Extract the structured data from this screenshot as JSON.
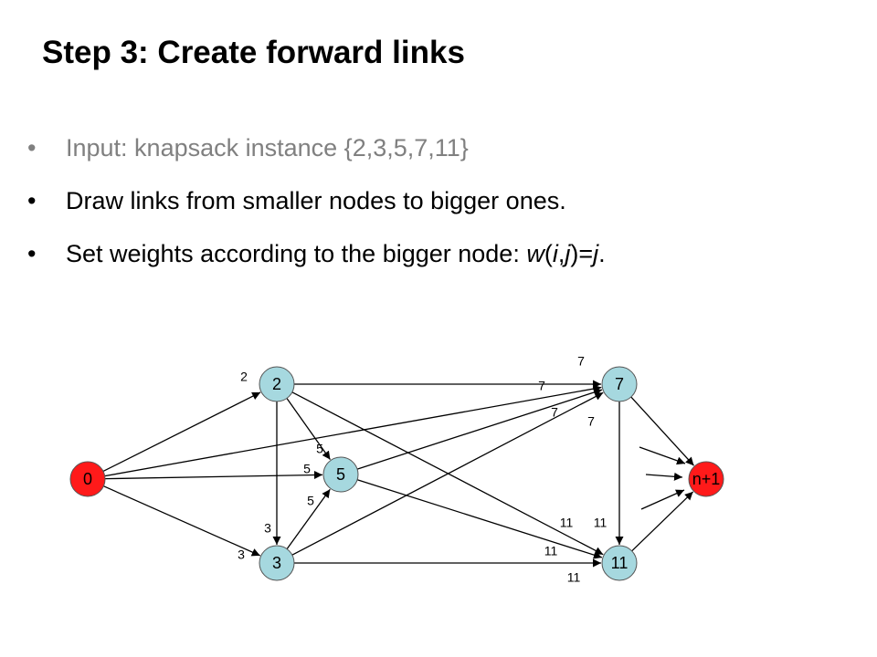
{
  "slide": {
    "title": "Step 3: Create forward links",
    "bullets": [
      {
        "text": "Input: knapsack instance {2,3,5,7,11}"
      },
      {
        "text": "Draw links from smaller nodes to bigger ones."
      },
      {
        "pre": "Set weights according to the bigger node: ",
        "w": "w",
        "p1": "(",
        "i": "i",
        "comma": ",",
        "j1": "j",
        "p2": ")=",
        "j2": "j",
        "end": "."
      }
    ]
  },
  "diagram": {
    "colors": {
      "start": "#ff1a1a",
      "middle": "#a6d8df",
      "end": "#ff1a1a",
      "stroke": "#000000"
    },
    "nodes": [
      {
        "id": "n0",
        "label": "0",
        "role": "start"
      },
      {
        "id": "n2",
        "label": "2",
        "role": "middle"
      },
      {
        "id": "n3",
        "label": "3",
        "role": "middle"
      },
      {
        "id": "n5",
        "label": "5",
        "role": "middle"
      },
      {
        "id": "n7",
        "label": "7",
        "role": "middle"
      },
      {
        "id": "n11",
        "label": "11",
        "role": "middle"
      },
      {
        "id": "nend",
        "label": "n+1",
        "role": "end"
      }
    ],
    "edges": [
      {
        "from": "n0",
        "to": "n2",
        "weight": "2"
      },
      {
        "from": "n0",
        "to": "n3",
        "weight": "3"
      },
      {
        "from": "n0",
        "to": "n5",
        "weight": "5"
      },
      {
        "from": "n0",
        "to": "n7",
        "weight": "7"
      },
      {
        "from": "n2",
        "to": "n3",
        "weight": "3"
      },
      {
        "from": "n2",
        "to": "n5",
        "weight": "5"
      },
      {
        "from": "n2",
        "to": "n7",
        "weight": "7"
      },
      {
        "from": "n2",
        "to": "n11",
        "weight": "11"
      },
      {
        "from": "n3",
        "to": "n5",
        "weight": "5"
      },
      {
        "from": "n3",
        "to": "n7",
        "weight": "7"
      },
      {
        "from": "n3",
        "to": "n11",
        "weight": "11"
      },
      {
        "from": "n5",
        "to": "n7",
        "weight": "7"
      },
      {
        "from": "n5",
        "to": "n11",
        "weight": "11"
      },
      {
        "from": "n7",
        "to": "n11",
        "weight": "11"
      },
      {
        "from": "n7",
        "to": "nend",
        "weight": ""
      },
      {
        "from": "n11",
        "to": "nend",
        "weight": ""
      }
    ],
    "stubs": [
      "stub-top",
      "stub-mid",
      "stub-bottom"
    ]
  }
}
